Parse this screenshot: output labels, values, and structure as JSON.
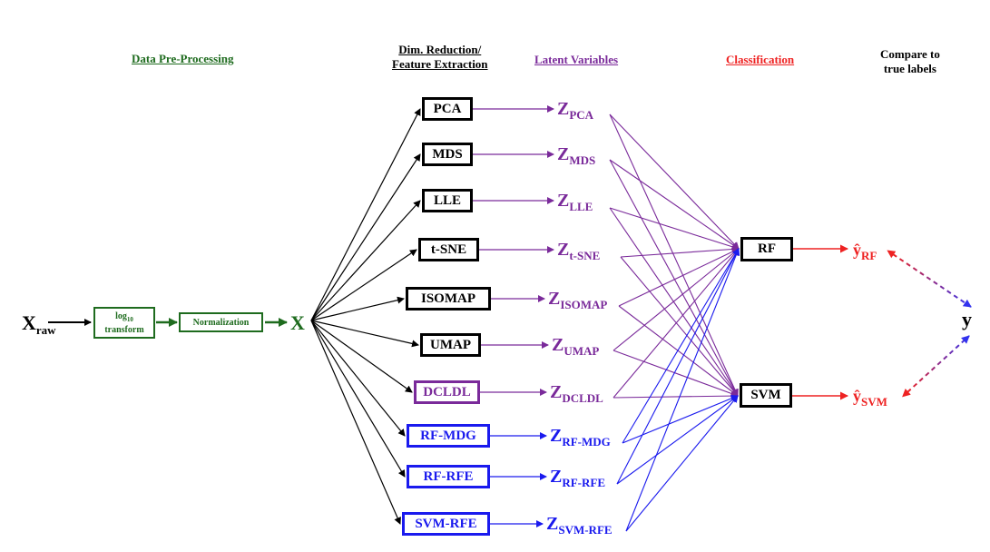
{
  "colors": {
    "green": "#1e6b1e",
    "purple": "#7a2a9a",
    "blue": "#1a1aee",
    "red": "#ee2222",
    "black": "#000000"
  },
  "headers": {
    "preprocessing": "Data Pre-Processing",
    "dimred_line1": "Dim. Reduction/",
    "dimred_line2": "Feature Extraction",
    "latent": "Latent Variables",
    "classification": "Classification",
    "compare_line1": "Compare to",
    "compare_line2": "true labels"
  },
  "inputs": {
    "x_raw_main": "X",
    "x_raw_sub": "raw",
    "log_main": "log",
    "log_sub": "10",
    "log_line2": "transform",
    "normalization": "Normalization",
    "x": "X"
  },
  "methods": [
    {
      "label": "PCA",
      "color": "black",
      "z_sub": "PCA"
    },
    {
      "label": "MDS",
      "color": "black",
      "z_sub": "MDS"
    },
    {
      "label": "LLE",
      "color": "black",
      "z_sub": "LLE"
    },
    {
      "label": "t-SNE",
      "color": "black",
      "z_sub": "t-SNE"
    },
    {
      "label": "ISOMAP",
      "color": "black",
      "z_sub": "ISOMAP"
    },
    {
      "label": "UMAP",
      "color": "black",
      "z_sub": "UMAP"
    },
    {
      "label": "DCLDL",
      "color": "purple",
      "z_sub": "DCLDL"
    },
    {
      "label": "RF-MDG",
      "color": "blue",
      "z_sub": "RF-MDG"
    },
    {
      "label": "RF-RFE",
      "color": "blue",
      "z_sub": "RF-RFE"
    },
    {
      "label": "SVM-RFE",
      "color": "blue",
      "z_sub": "SVM-RFE"
    }
  ],
  "z_main": "Z",
  "classifiers": [
    {
      "label": "RF",
      "pred_main": "ŷ",
      "pred_sub": "RF"
    },
    {
      "label": "SVM",
      "pred_main": "ŷ",
      "pred_sub": "SVM"
    }
  ],
  "truth": "y"
}
